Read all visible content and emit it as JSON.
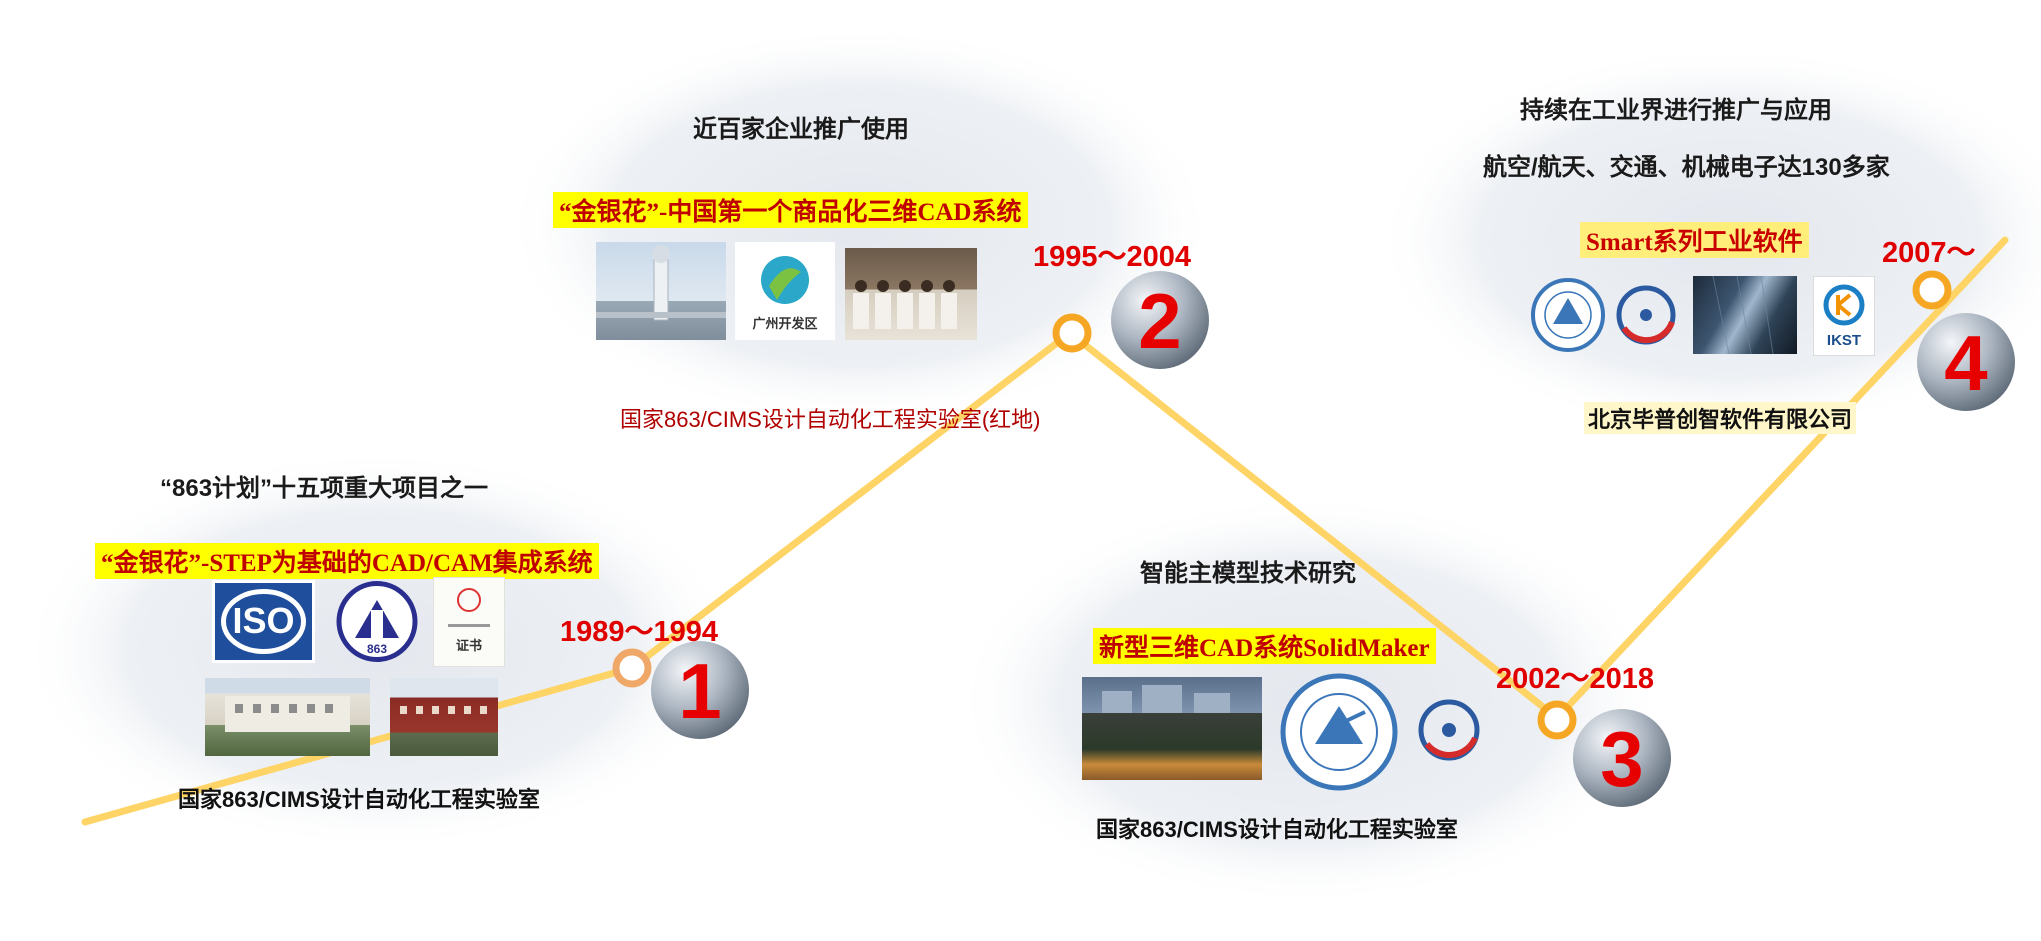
{
  "colors": {
    "timeline": "#ffd466",
    "milestone_ring": "#f5a623",
    "number": "#e60000",
    "banner_bg": "#ffff00",
    "banner_text": "#c00000",
    "period_text": "#e00000"
  },
  "stages": [
    {
      "number": "1",
      "period": "1989～1994",
      "heading": "“863计划”十五项重大项目之一",
      "banner": "“金银花”-STEP为基础的CAD/CAM集成系统",
      "logos": [
        {
          "name": "iso-logo",
          "text": "ISO"
        },
        {
          "name": "htrdp-863-logo",
          "text": "863"
        },
        {
          "name": "award-certificate",
          "text": "证书"
        }
      ],
      "photos": [
        "campus-building-photo",
        "lab-building-photo"
      ],
      "lab": "国家863/CIMS设计自动化工程实验室"
    },
    {
      "number": "2",
      "period": "1995～2004",
      "heading": "近百家企业推广使用",
      "banner": "“金银花”-中国第一个商品化三维CAD系统",
      "logos": [
        {
          "name": "guangzhou-development-district-logo",
          "text": "广州开发区"
        }
      ],
      "photos": [
        "monument-photo",
        "team-photo"
      ],
      "lab": "国家863/CIMS设计自动化工程实验室(红地)"
    },
    {
      "number": "3",
      "period": "2002～2018",
      "heading": "智能主模型技术研究",
      "banner": "新型三维CAD系统SolidMaker",
      "logos": [
        {
          "name": "beihang-university-seal",
          "text": ""
        },
        {
          "name": "partner-logo",
          "text": ""
        }
      ],
      "photos": [
        "campus-night-photo"
      ],
      "lab": "国家863/CIMS设计自动化工程实验室"
    },
    {
      "number": "4",
      "period": "2007～",
      "heading": "持续在工业界进行推广与应用",
      "heading2": "航空/航天、交通、机械电子达130多家",
      "banner": "Smart系列工业软件",
      "logos": [
        {
          "name": "beihang-university-seal",
          "text": ""
        },
        {
          "name": "partner-logo",
          "text": ""
        },
        {
          "name": "ikst-logo",
          "text": "IKST"
        }
      ],
      "photos": [
        "office-tower-photo"
      ],
      "lab": "北京毕普创智软件有限公司"
    }
  ]
}
